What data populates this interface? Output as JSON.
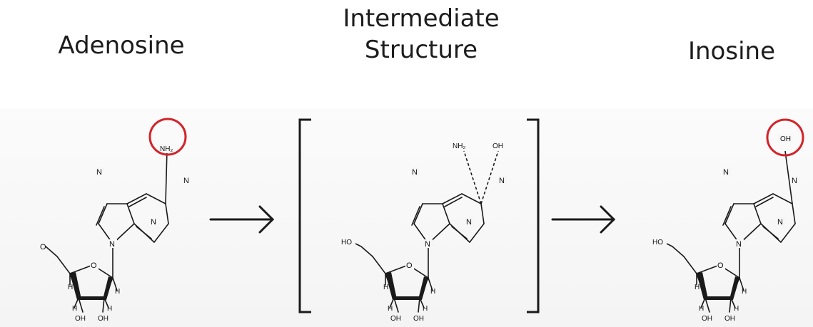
{
  "titles": {
    "adenosine": "Adenosine",
    "intermediate_line1": "Intermediate",
    "intermediate_line2": "Structure",
    "inosine": "Inosine"
  },
  "labels": {
    "N": "N",
    "O": "O",
    "H": "H",
    "OH": "OH",
    "HO": "HO",
    "NH2": "NH₂"
  },
  "colors": {
    "highlight_circle": "#d2232a",
    "bond": "#1a1a1a",
    "arrow": "#1a1a1a",
    "bracket": "#1a1a1a"
  }
}
